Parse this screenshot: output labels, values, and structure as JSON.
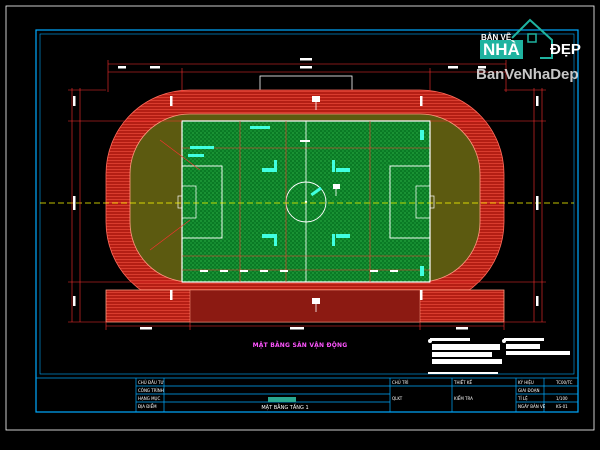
{
  "watermark": {
    "ban_ve": "BẢN VẼ",
    "nhi": "NHÀ",
    "dep": "ĐẸP",
    "site": "BanVeNhaDep"
  },
  "drawing": {
    "plan_title": "MẶT BẰNG SÂN VẬN ĐỘNG",
    "title_block": {
      "sheet_title": "MẶT BẰNG TẦNG 1",
      "left_labels": [
        "CHỦ ĐẦU TƯ",
        "CÔNG TRÌNH",
        "HẠNG MỤC",
        "ĐỊA ĐIỂM"
      ],
      "mid_labels": [
        "CHỦ TRÌ",
        "QLKT"
      ],
      "mid2_labels": [
        "THIẾT KẾ",
        "KIỂM TRA"
      ],
      "right_labels": [
        "KÝ HIỆU",
        "GIAI ĐOẠN",
        "TỈ LỆ",
        "NGÀY BẢN VẼ"
      ],
      "right_values": [
        "TC00/TC",
        "",
        "1/100",
        "KS-01"
      ]
    }
  },
  "colors": {
    "frame": "#00aaff",
    "track": "#b41e14",
    "track_lines": "#ff6a5a",
    "field": "#0a8a2a",
    "infield": "#5c5a10",
    "field_lines": "#ffffff",
    "dimension": "#ff3030",
    "axis": "#ffff00",
    "marks": "#40ffe0"
  }
}
